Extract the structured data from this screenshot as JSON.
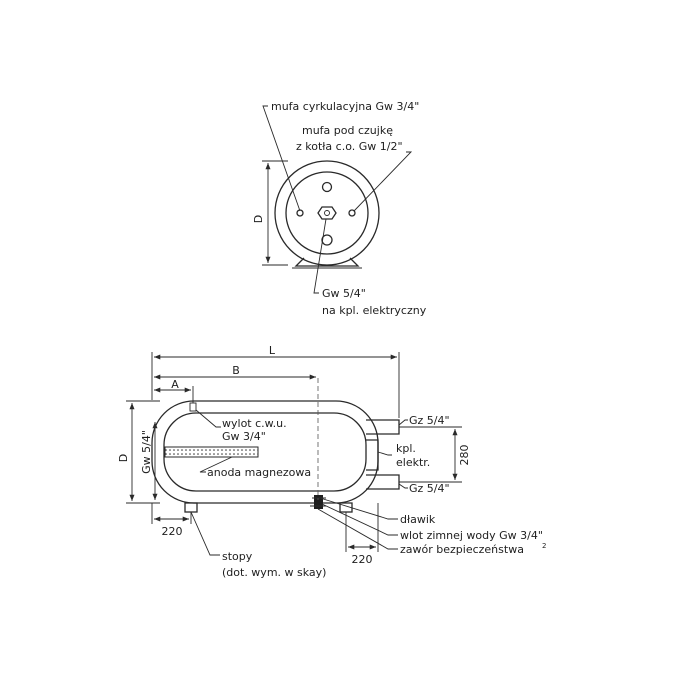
{
  "top_view": {
    "label_mufa_cyrk": "mufa cyrkulacyjna Gw 3/4\"",
    "label_mufa_czujka_1": "mufa pod czujkę",
    "label_mufa_czujka_2": "z kotła c.o. Gw 1/2\"",
    "label_d": "D",
    "label_gw54_1": "Gw 5/4\"",
    "label_gw54_2": "na kpl. elektryczny"
  },
  "side_view": {
    "dim_L": "L",
    "dim_B": "B",
    "dim_A": "A",
    "dim_D": "D",
    "dim_gw54_vertical": "Gw 5/4\"",
    "label_wylot_1": "wylot c.w.u.",
    "label_wylot_2": "Gw 3/4\"",
    "label_anoda": "anoda magnezowa",
    "label_gz_top": "Gz 5/4\"",
    "label_kpl_1": "kpl.",
    "label_kpl_2": "elektr.",
    "dim_280": "280",
    "label_gz_bottom": "Gz 5/4\"",
    "dim_220_left": "220",
    "dim_220_right": "220",
    "label_dlawik": "dławik",
    "label_wlot": "wlot zimnej wody Gw 3/4\"",
    "label_zawor": "zawór bezpieczeństwa",
    "label_zawor_sup": "2",
    "label_stopy_1": "stopy",
    "label_stopy_2": "(dot. wym. w skay)"
  }
}
